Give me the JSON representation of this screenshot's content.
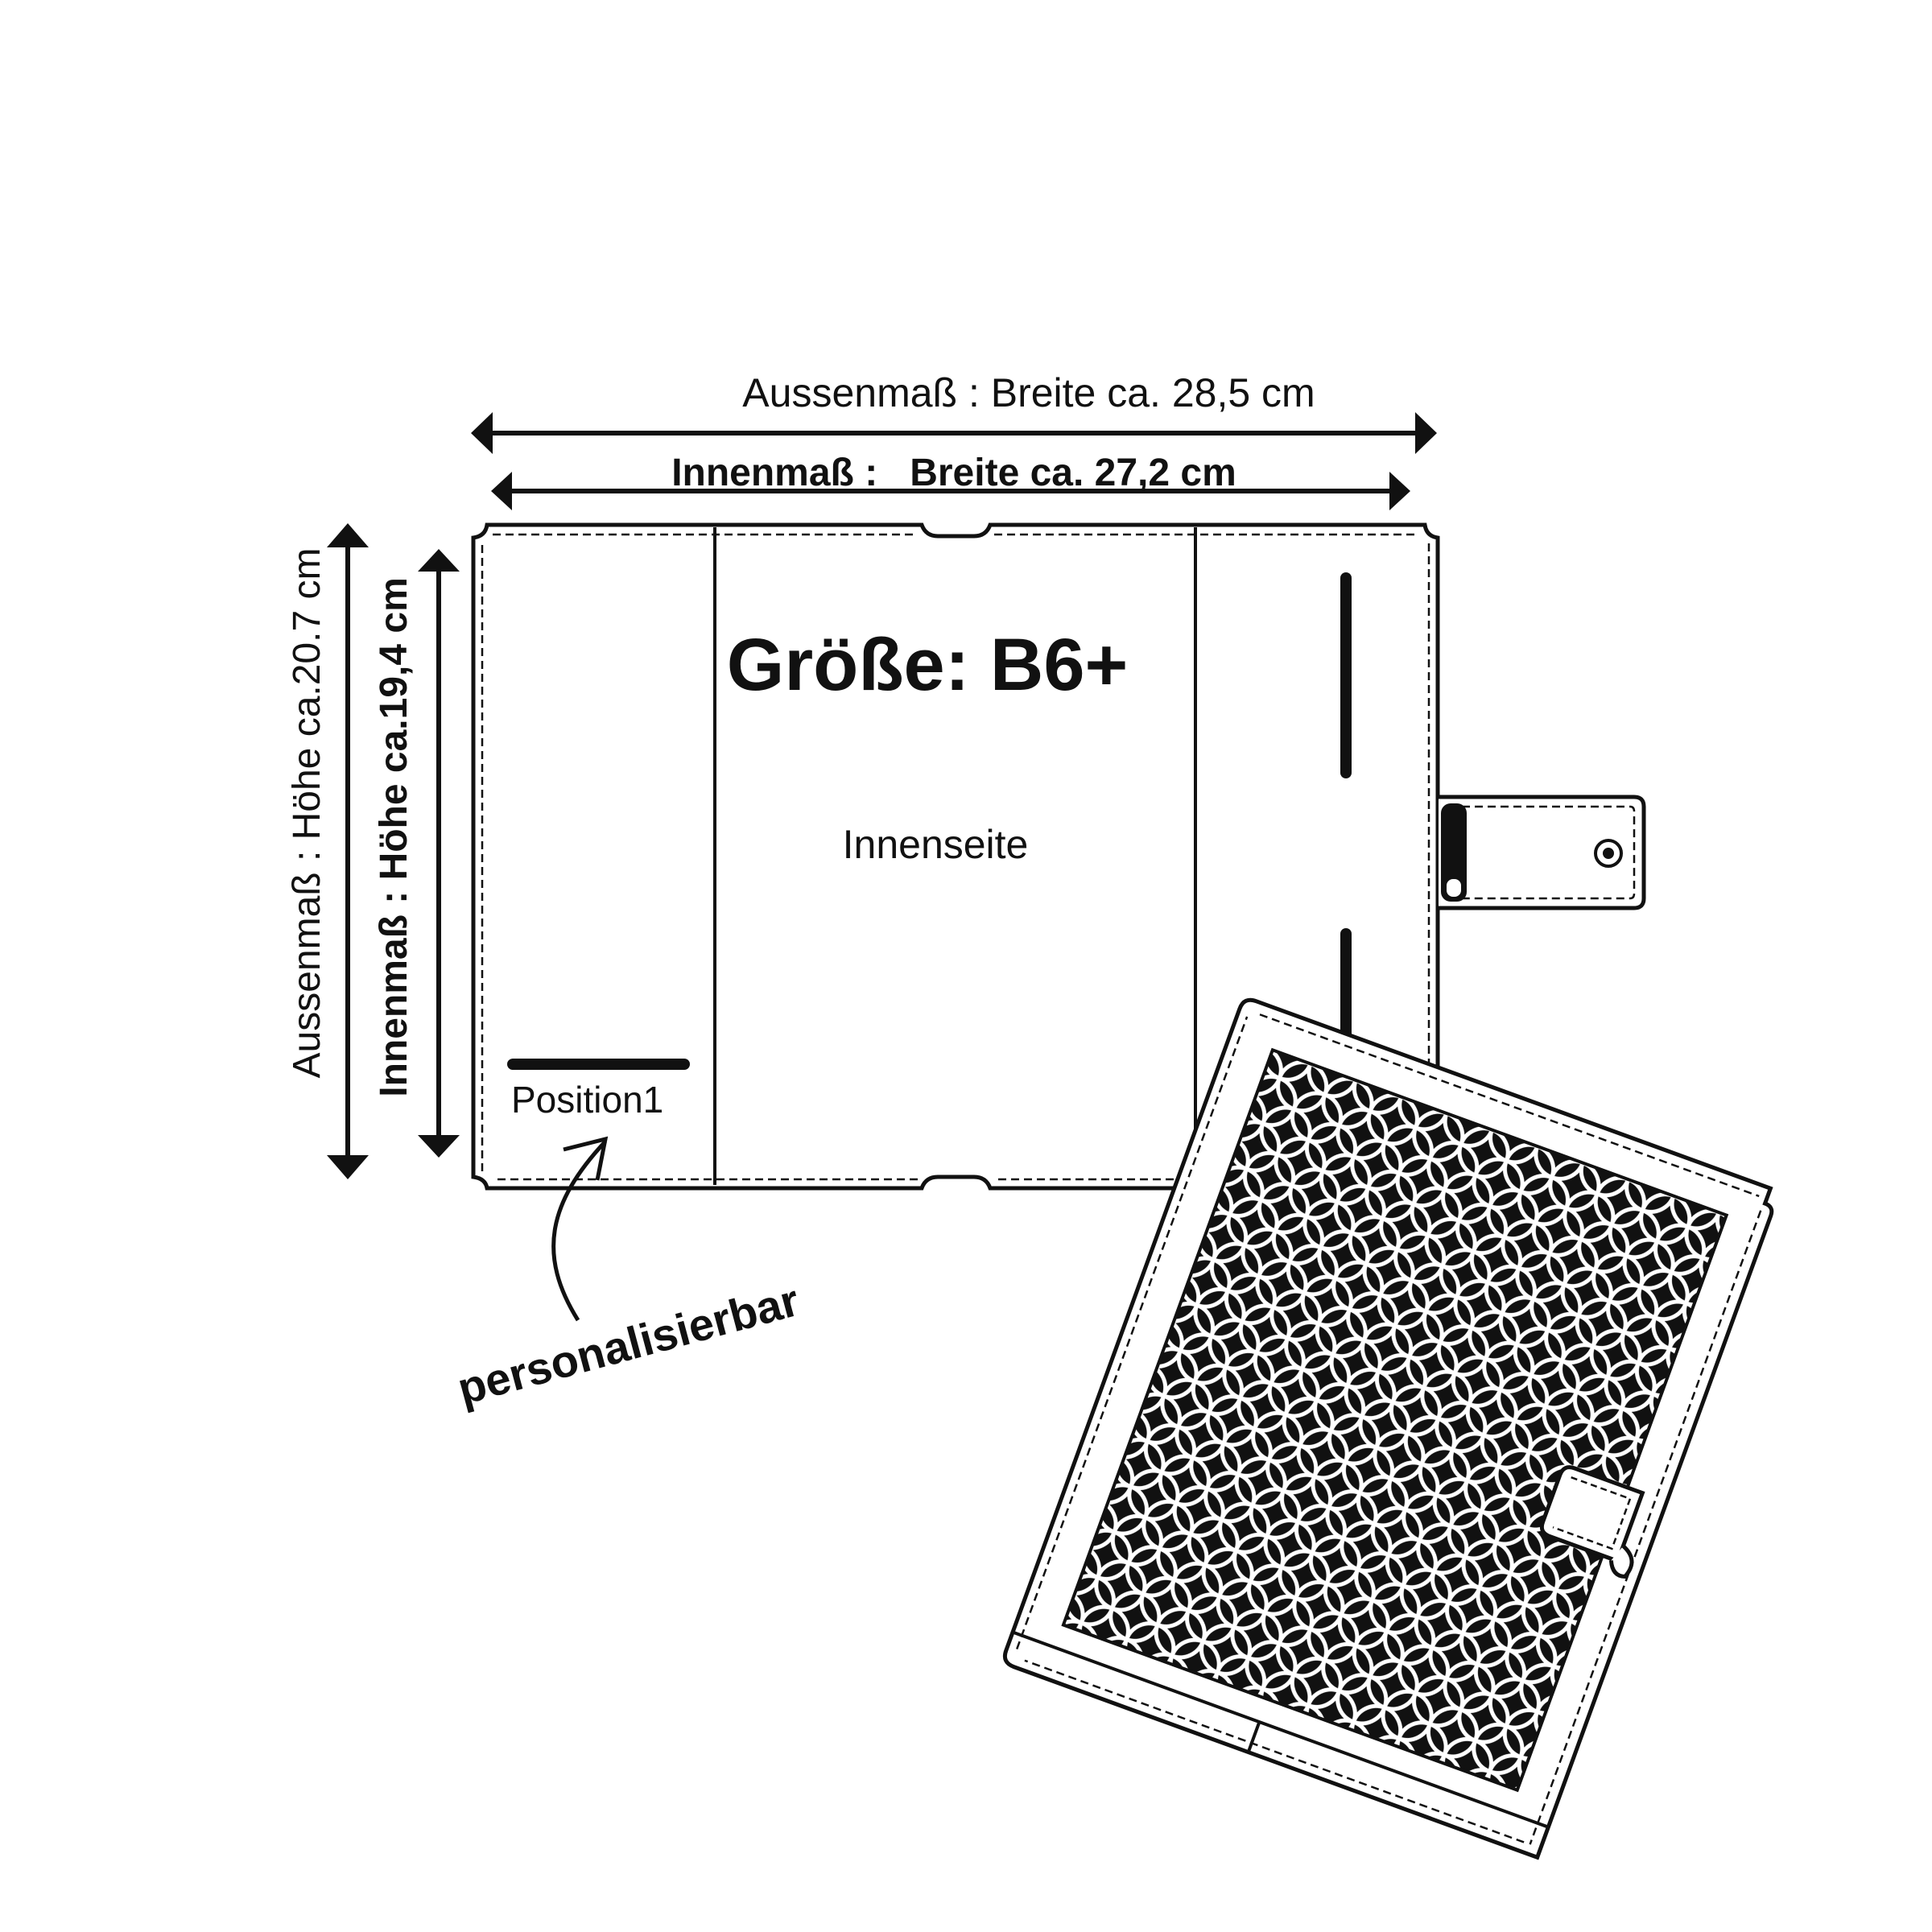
{
  "dimensions": {
    "outer_width_label": "Aussenmaß : Breite ca. 28,5 cm",
    "inner_width_label": "Innenmaß :   Breite ca. 27,2 cm",
    "outer_height_label": "Aussenmaß : Höhe ca.20.7 cm",
    "inner_height_label": "Innenmaß : Höhe ca.19,4 cm"
  },
  "cover_inside": {
    "size_title": "Größe: B6+",
    "page_label": "Innenseite",
    "position_label": "Position1"
  },
  "callout": {
    "label": "personalisierbar"
  },
  "colors": {
    "ink": "#111111",
    "background": "#ffffff"
  },
  "icons": [
    "snap-button-icon",
    "flower-of-life-pattern"
  ]
}
